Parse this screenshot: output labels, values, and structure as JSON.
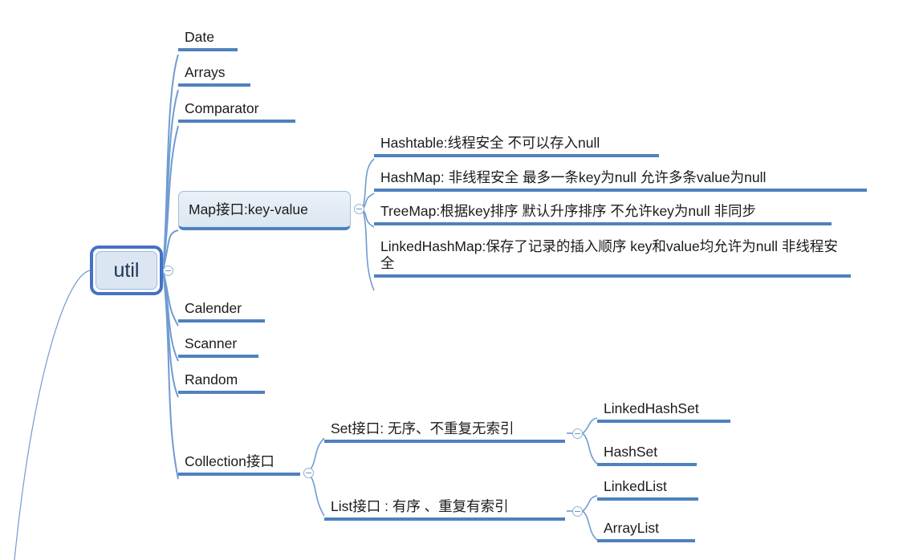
{
  "document": {
    "type": "mind-map",
    "title": "util",
    "background_color": "#ffffff",
    "accent_color": "#4f81bd",
    "root_border_color": "#4472c4",
    "root_fill_color": "#dce6f2",
    "selected_fill_color": "#dde8f0"
  },
  "root": {
    "label": "util",
    "toggle": "collapse-toggle-minus"
  },
  "branches": {
    "date": {
      "label": "Date"
    },
    "arrays": {
      "label": "Arrays"
    },
    "comparator": {
      "label": "Comparator"
    },
    "map": {
      "label": "Map接口:key-value",
      "selected": true,
      "toggle": "collapse-toggle-minus",
      "children": [
        {
          "label": "Hashtable:线程安全  不可以存入null"
        },
        {
          "label": "HashMap: 非线程安全  最多一条key为null 允许多条value为null"
        },
        {
          "label": "TreeMap:根据key排序 默认升序排序  不允许key为null  非同步"
        },
        {
          "label": "LinkedHashMap:保存了记录的插入顺序  key和value均允许为null  非线程安全"
        }
      ]
    },
    "calender": {
      "label": "Calender"
    },
    "scanner": {
      "label": "Scanner"
    },
    "random": {
      "label": "Random"
    },
    "collection": {
      "label": "Collection接口",
      "toggle": "collapse-toggle-minus",
      "children": [
        {
          "label": "Set接口: 无序、不重复无索引",
          "toggle": "collapse-toggle-minus",
          "children": [
            {
              "label": "LinkedHashSet"
            },
            {
              "label": "HashSet"
            }
          ]
        },
        {
          "label": "List接口 : 有序 、重复有索引",
          "toggle": "collapse-toggle-minus",
          "children": [
            {
              "label": "LinkedList"
            },
            {
              "label": "ArrayList"
            }
          ]
        }
      ]
    }
  }
}
